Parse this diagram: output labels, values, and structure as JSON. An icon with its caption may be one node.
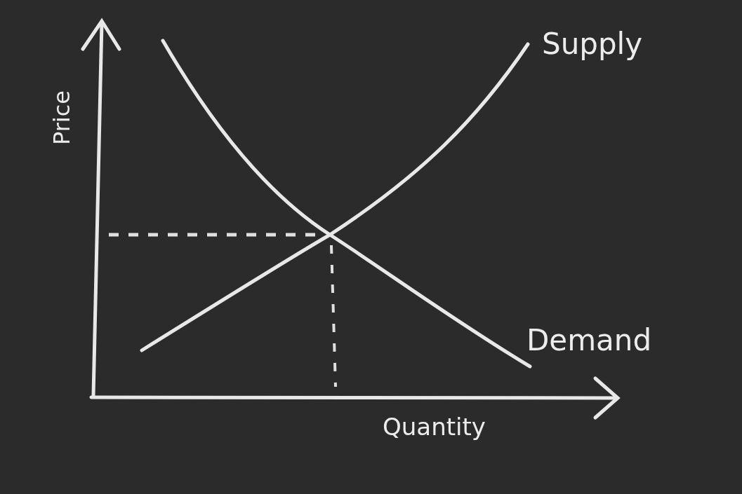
{
  "diagram": {
    "labels": [
      "Supply",
      "Price",
      "Demand",
      "Quantity"
    ]
  }
}
